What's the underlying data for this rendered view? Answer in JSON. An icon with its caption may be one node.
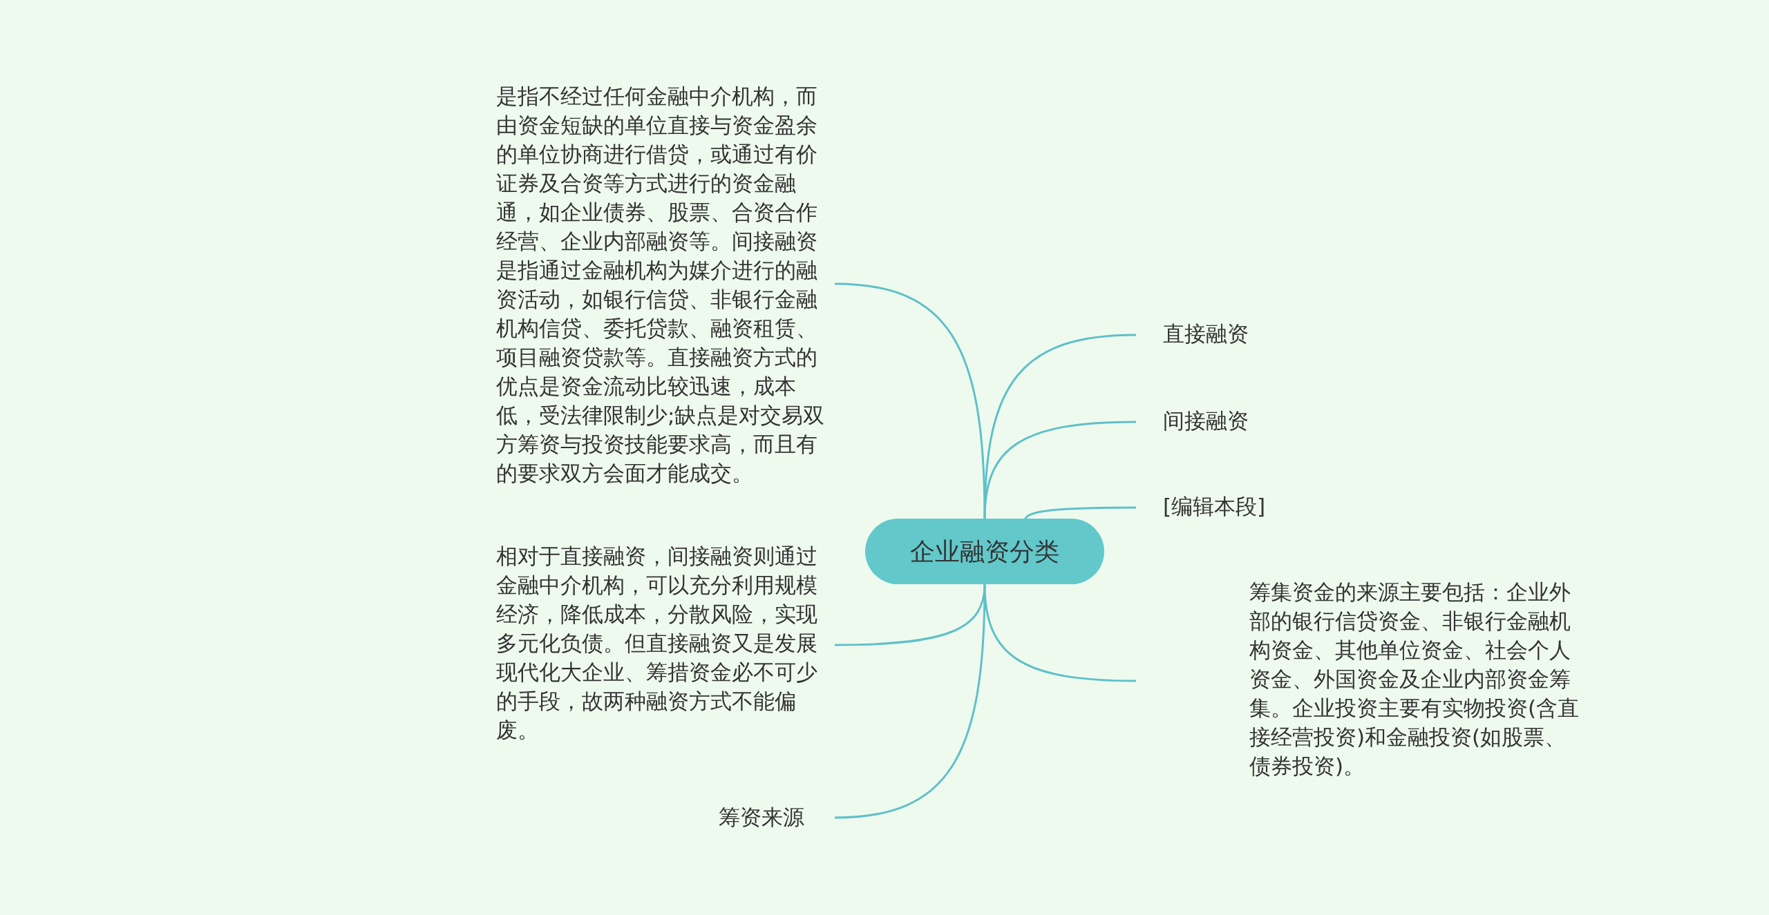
{
  "diagram": {
    "nodes": [
      {
        "text": [
          "企业融资分类"
        ]
      },
      {
        "text": [
          "是指不经过任何金融中介机构，而由资金短缺的单位直接与资金盈余的单位协商进行借贷，或通过有价证券及合资等方式进行的资金融通，如企业债券、股票、合资合作经营、企业内部融资等。间接融资是指通过金融机构为媒介进行的融资活动，如银行信贷、非银行金融机构信贷、委托贷款、融资租赁、项目融资贷款等。直接融资方式的优点是资金流动比较迅速，成本低，受法律限制少;缺点是对交易双方筹资与投资技能要求高，而且有的要求双方会面才能成交。"
        ]
      },
      {
        "text": [
          "直接融资"
        ]
      },
      {
        "text": [
          "间接融资"
        ]
      },
      {
        "text": [
          "[编辑本段]"
        ]
      },
      {
        "text": [
          "相对于直接融资，间接融资则通过金融中介机构，可以充分利用规模经济，降低成本，分散风险，实现多元化负债。但直接融资又是发展现代化大企业、筹措资金必不可少的手段，故两种融资方式不能偏废。"
        ]
      },
      {
        "text": [
          "筹集资金的来源主要包括：企业外部的银行信贷资金、非银行金融机构资金、其他单位资金、社会个人资金、外国资金及企业内部资金筹集。企业投资主要有实物投资(含直接经营投资)和金融投资(如股票、债券投资)。"
        ]
      },
      {
        "text": [
          "筹资来源"
        ]
      }
    ],
    "edges": [
      {
        "from": 0,
        "to": 1,
        "arrow": "none"
      },
      {
        "from": 0,
        "to": 2,
        "arrow": "none"
      },
      {
        "from": 0,
        "to": 3,
        "arrow": "none"
      },
      {
        "from": 0,
        "to": 4,
        "arrow": "none"
      },
      {
        "from": 0,
        "to": 5,
        "arrow": "none"
      },
      {
        "from": 0,
        "to": 6,
        "arrow": "none"
      },
      {
        "from": 0,
        "to": 7,
        "arrow": "none"
      }
    ]
  }
}
